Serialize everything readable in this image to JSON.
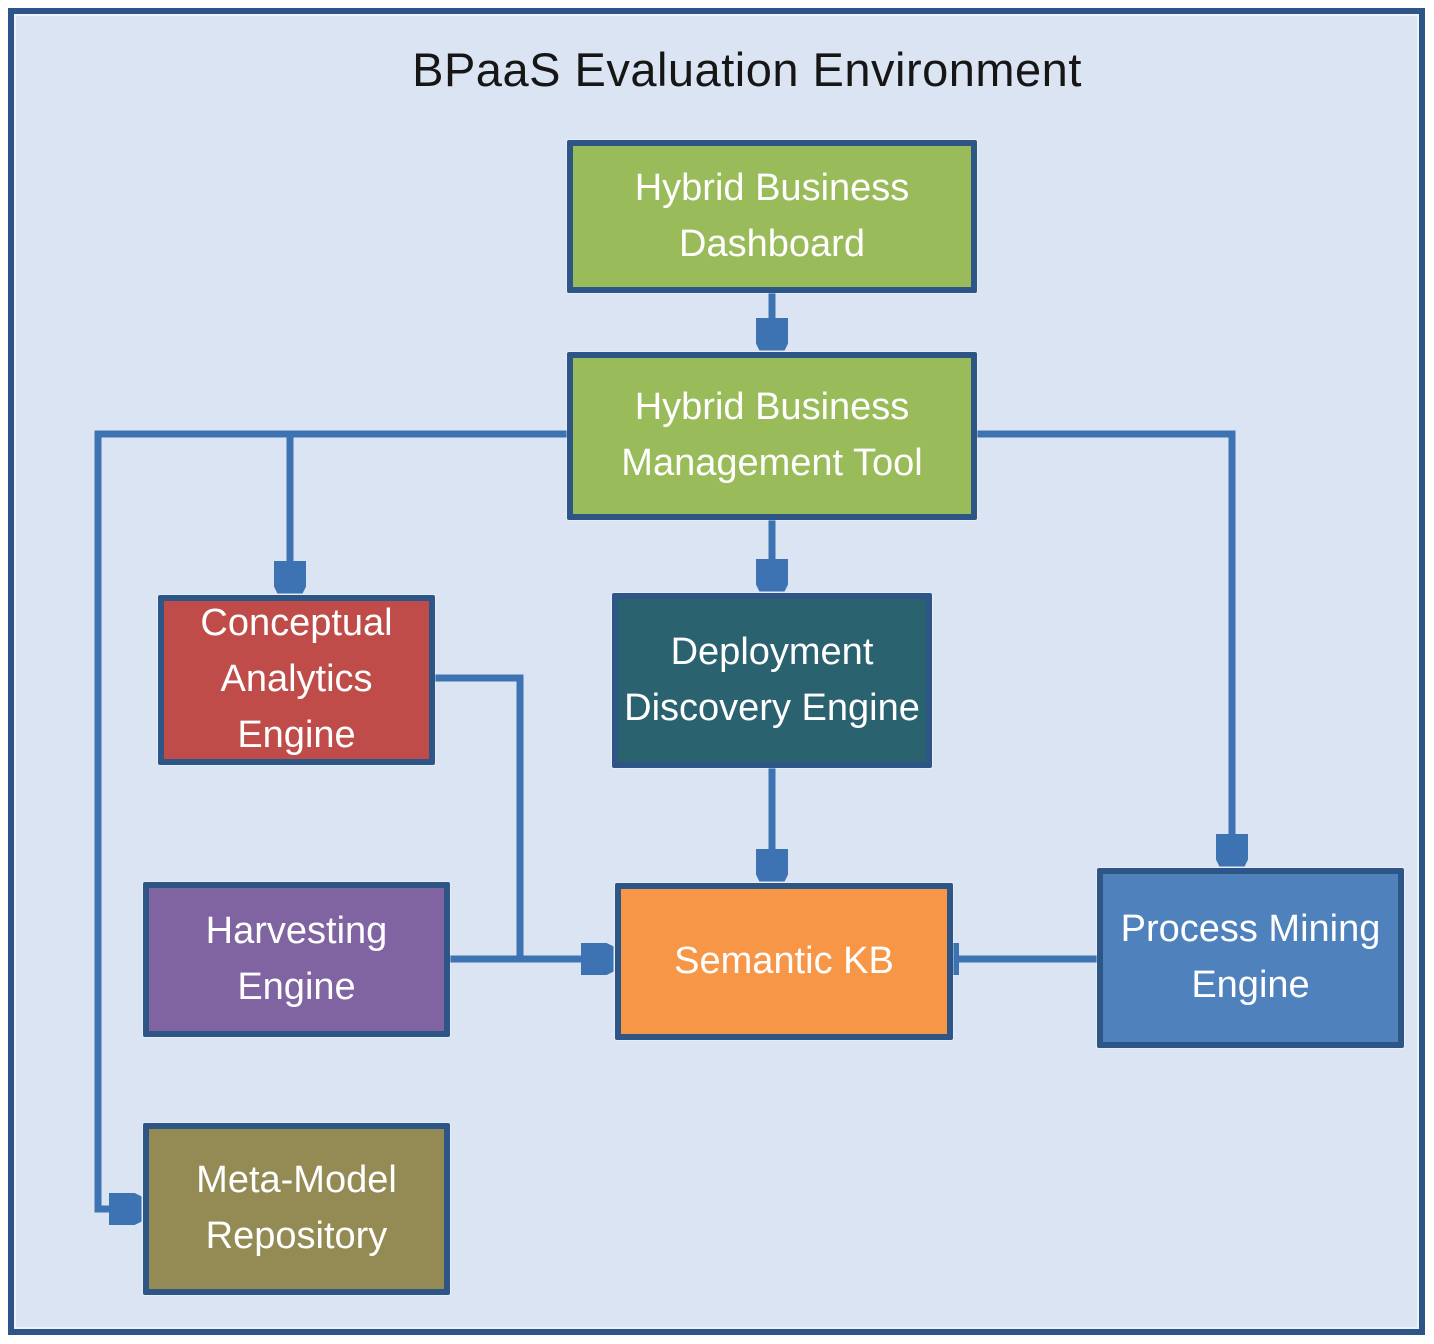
{
  "title": "BPaaS Evaluation Environment",
  "colors": {
    "background": "#dbe4f2",
    "frame_border": "#2d5586",
    "box_border": "#2d5586",
    "connector": "#3e73b3",
    "box_text": "#ffffff",
    "title_text": "#161616"
  },
  "nodes": {
    "dashboard": {
      "label": "Hybrid Business Dashboard",
      "color": "#9abb59"
    },
    "mgmt": {
      "label": "Hybrid Business Management Tool",
      "color": "#9abb59"
    },
    "conceptual": {
      "label": "Conceptual Analytics Engine",
      "color": "#bf4c49"
    },
    "deployment": {
      "label": "Deployment Discovery Engine",
      "color": "#2b6270"
    },
    "harvesting": {
      "label": "Harvesting Engine",
      "color": "#8064a2"
    },
    "kb": {
      "label": "Semantic KB",
      "color": "#f79646"
    },
    "mining": {
      "label": "Process Mining Engine",
      "color": "#4f81bd"
    },
    "metamodel": {
      "label": "Meta-Model Repository",
      "color": "#948a54"
    }
  },
  "edges": [
    {
      "from": "Hybrid Business Dashboard",
      "to": "Hybrid Business Management Tool"
    },
    {
      "from": "Hybrid Business Management Tool",
      "to": "Conceptual Analytics Engine"
    },
    {
      "from": "Hybrid Business Management Tool",
      "to": "Deployment Discovery Engine"
    },
    {
      "from": "Hybrid Business Management Tool",
      "to": "Process Mining Engine"
    },
    {
      "from": "Hybrid Business Management Tool",
      "to": "Meta-Model Repository"
    },
    {
      "from": "Conceptual Analytics Engine",
      "to": "Semantic KB"
    },
    {
      "from": "Harvesting Engine",
      "to": "Semantic KB"
    },
    {
      "from": "Deployment Discovery Engine",
      "to": "Semantic KB"
    },
    {
      "from": "Process Mining Engine",
      "to": "Semantic KB"
    }
  ]
}
